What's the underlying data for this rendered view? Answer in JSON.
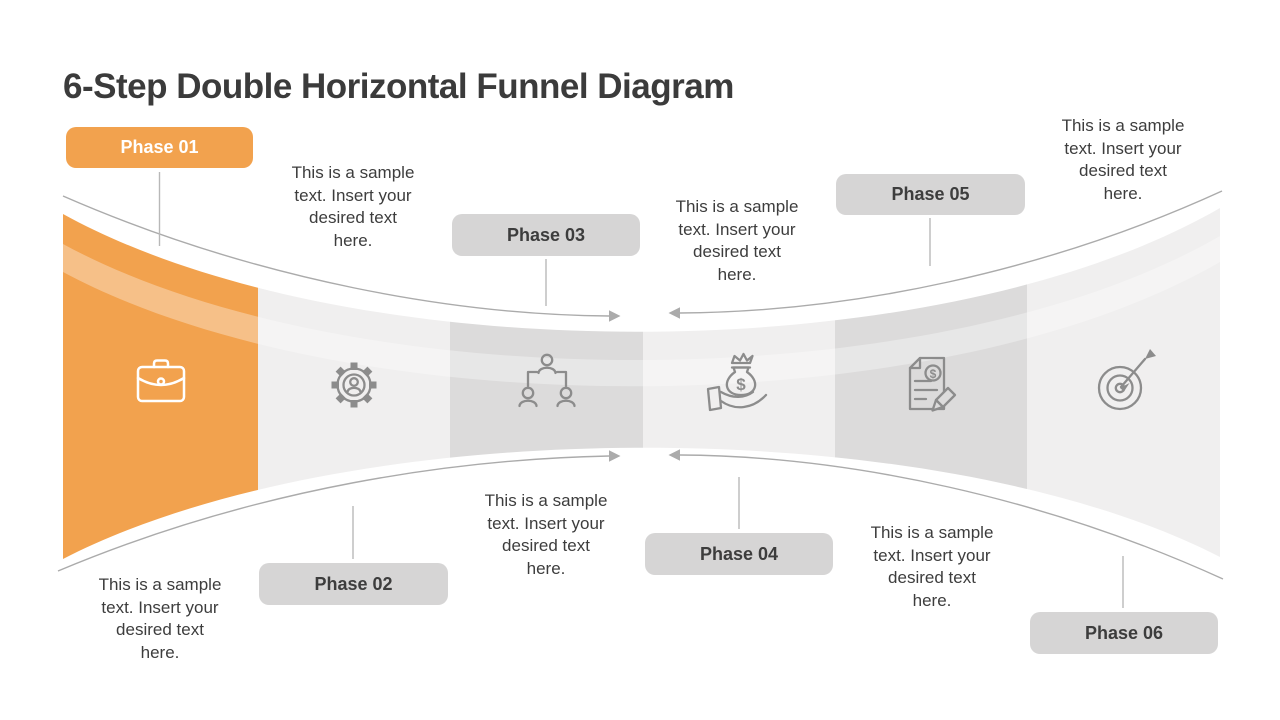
{
  "title": "6-Step Double Horizontal Funnel Diagram",
  "phases": [
    {
      "label": "Phase 01",
      "description": "This is a sample\ntext. Insert your\ndesired text\nhere.",
      "icon": "briefcase-icon",
      "highlighted": true
    },
    {
      "label": "Phase 02",
      "description": "This is a sample\ntext. Insert your\ndesired text\nhere.",
      "icon": "gear-user-icon",
      "highlighted": false
    },
    {
      "label": "Phase 03",
      "description": "This is a sample\ntext. Insert your\ndesired text\nhere.",
      "icon": "org-hierarchy-icon",
      "highlighted": false
    },
    {
      "label": "Phase 04",
      "description": "This is a sample\ntext. Insert your\ndesired text\nhere.",
      "icon": "money-bag-hand-icon",
      "highlighted": false
    },
    {
      "label": "Phase 05",
      "description": "This is a sample\ntext. Insert your\ndesired text\nhere.",
      "icon": "invoice-pencil-icon",
      "highlighted": false
    },
    {
      "label": "Phase 06",
      "description": "This is a sample\ntext. Insert your\ndesired text\nhere.",
      "icon": "target-arrow-icon",
      "highlighted": false
    }
  ],
  "colors": {
    "accent_orange": "#F2A24E",
    "segment_light": "#F0EFEF",
    "segment_dark": "#DCDBDB",
    "pill_gray": "#D6D5D5",
    "line_gray": "#ABABAB",
    "connector_gray": "#B8B8B8",
    "icon_gray": "#8C8C8C",
    "text_dark": "#3D3D3D",
    "text_title": "#3B3B3B"
  }
}
